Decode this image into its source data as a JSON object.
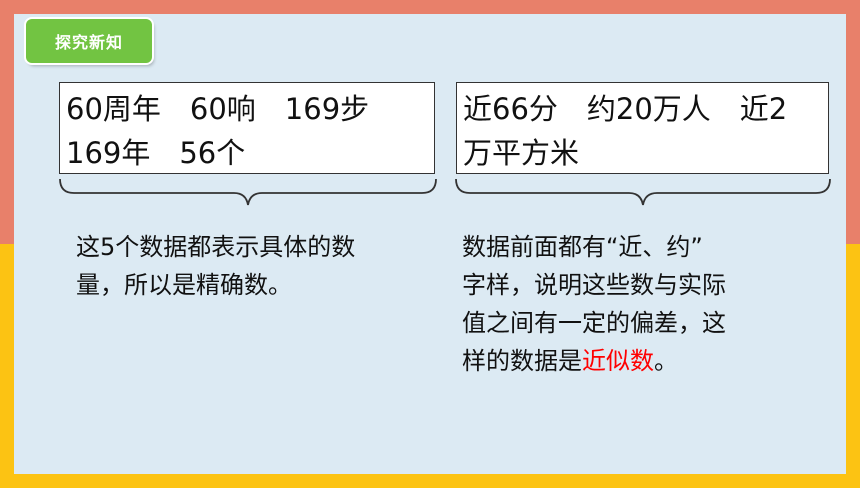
{
  "tag": {
    "label": "探究新知"
  },
  "left_box": {
    "line1": "60周年　60响　169步",
    "line2": "169年　56个"
  },
  "right_box": {
    "line1": "近66分　约20万人　近2",
    "line2": "万平方米"
  },
  "left_note": {
    "line1": "这5个数据都表示具体的数",
    "line2": "量，所以是精确数。"
  },
  "right_note": {
    "line1": "数据前面都有“近、约”",
    "line2": "字样，说明这些数与实际",
    "line3": "值之间有一定的偏差，这",
    "line4_prefix": "样的数据是",
    "line4_highlight": "近似数",
    "line4_suffix": "。"
  },
  "colors": {
    "frame_top": "#E8806A",
    "frame_bottom": "#FCC313",
    "panel": "#DCEAF3",
    "tag": "#72C442",
    "highlight": "#FF0000"
  }
}
